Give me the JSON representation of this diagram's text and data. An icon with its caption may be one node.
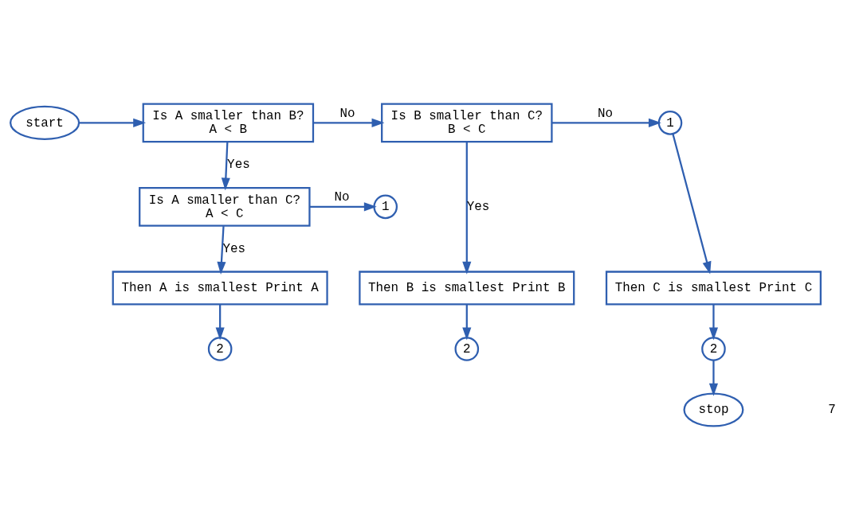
{
  "diagram": {
    "nodes": [
      {
        "text": [
          "start"
        ]
      },
      {
        "text": [
          "Is A smaller than B?",
          "A < B"
        ]
      },
      {
        "text": [
          "Is B smaller than C?",
          "B < C"
        ]
      },
      {
        "text": [
          "1"
        ]
      },
      {
        "text": [
          "Is A smaller than C?",
          "A < C"
        ]
      },
      {
        "text": [
          "1"
        ]
      },
      {
        "text": [
          "Then A is smallest Print A"
        ]
      },
      {
        "text": [
          "Then B is smallest Print B"
        ]
      },
      {
        "text": [
          "Then C is smallest Print C"
        ]
      },
      {
        "text": [
          "2"
        ]
      },
      {
        "text": [
          "2"
        ]
      },
      {
        "text": [
          "2"
        ]
      },
      {
        "text": [
          "stop"
        ]
      }
    ],
    "edges": [
      {
        "from": 0,
        "to": 1,
        "arrow": "to"
      },
      {
        "from": 1,
        "to": 2,
        "arrow": "to",
        "label": "No"
      },
      {
        "from": 2,
        "to": 3,
        "arrow": "to",
        "label": "No"
      },
      {
        "from": 1,
        "to": 4,
        "arrow": "to",
        "label": "Yes"
      },
      {
        "from": 4,
        "to": 5,
        "arrow": "to",
        "label": "No"
      },
      {
        "from": 4,
        "to": 6,
        "arrow": "to",
        "label": "Yes"
      },
      {
        "from": 2,
        "to": 7,
        "arrow": "to",
        "label": "Yes"
      },
      {
        "from": 3,
        "to": 8,
        "arrow": "to"
      },
      {
        "from": 6,
        "to": 9,
        "arrow": "to"
      },
      {
        "from": 7,
        "to": 10,
        "arrow": "to"
      },
      {
        "from": 8,
        "to": 11,
        "arrow": "to"
      },
      {
        "from": 11,
        "to": 12,
        "arrow": "to"
      }
    ],
    "labels": [
      "7"
    ]
  }
}
